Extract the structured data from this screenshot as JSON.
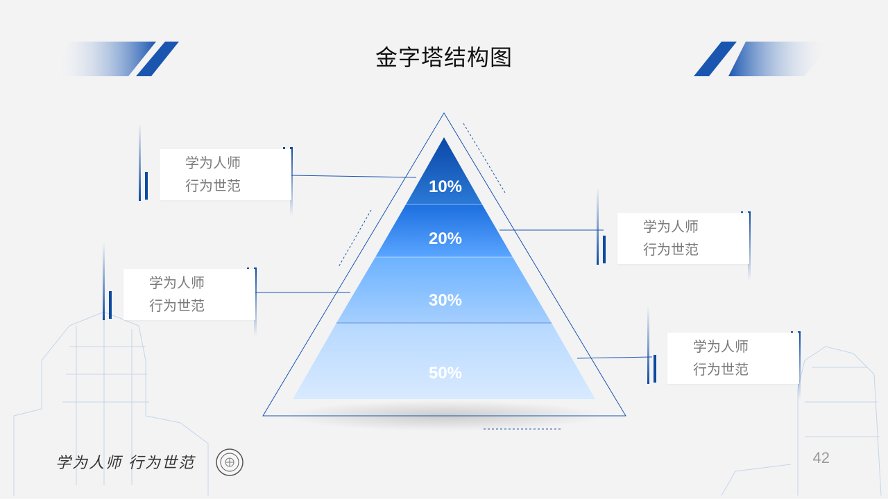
{
  "title": "金字塔结构图",
  "pyramid": {
    "levels": [
      {
        "value": "10%"
      },
      {
        "value": "20%"
      },
      {
        "value": "30%"
      },
      {
        "value": "50%"
      }
    ]
  },
  "labels": [
    {
      "line1": "学为人师",
      "line2": "行为世范"
    },
    {
      "line1": "学为人师",
      "line2": "行为世范"
    },
    {
      "line1": "学为人师",
      "line2": "行为世范"
    },
    {
      "line1": "学为人师",
      "line2": "行为世范"
    }
  ],
  "footer": {
    "motto": "学为人师 行为世范",
    "seal_icon": "university-seal-icon"
  },
  "page_number": "42",
  "colors": {
    "accent": "#1a56b0",
    "dark": "#0b4aa0",
    "light": "#bcdcff"
  }
}
